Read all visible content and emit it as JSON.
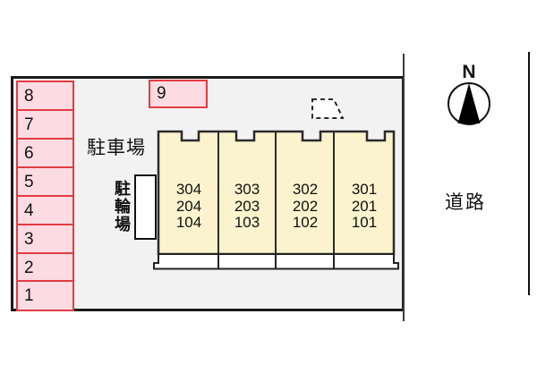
{
  "labels": {
    "parking_lot": "駐車場",
    "bicycle_parking": "駐輪場",
    "road": "道路",
    "compass_north": "N"
  },
  "parking": {
    "left_spaces": [
      "8",
      "7",
      "6",
      "5",
      "4",
      "3",
      "2",
      "1"
    ],
    "top_space": "9"
  },
  "building": {
    "units": [
      {
        "rooms": [
          "304",
          "204",
          "104"
        ]
      },
      {
        "rooms": [
          "303",
          "203",
          "103"
        ]
      },
      {
        "rooms": [
          "302",
          "202",
          "102"
        ]
      },
      {
        "rooms": [
          "301",
          "201",
          "101"
        ]
      }
    ]
  },
  "colors": {
    "space_fill": "#fcdbe2",
    "space_border": "#e23b42",
    "building_fill": "#faf3cd",
    "building_border": "#2b2b2b",
    "plan_background": "#f2f2f2",
    "plan_border": "#1a1a1a"
  }
}
